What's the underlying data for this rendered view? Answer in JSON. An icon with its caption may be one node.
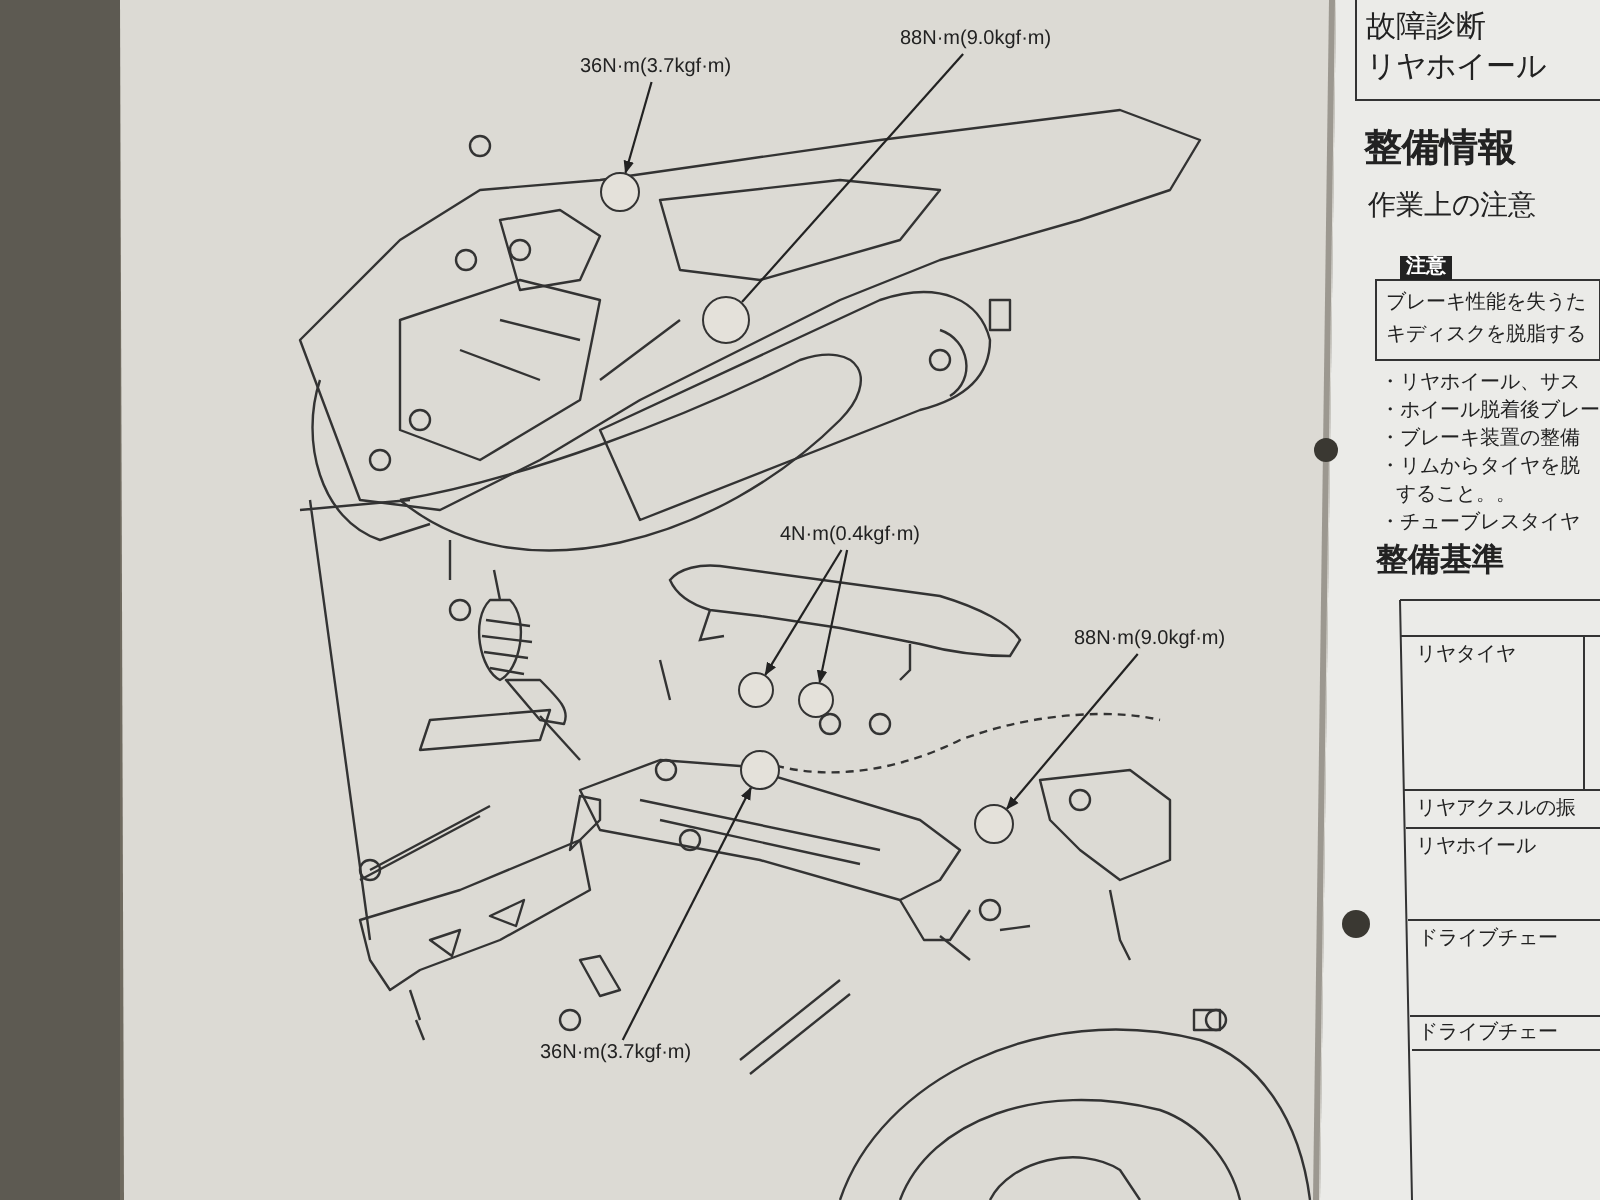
{
  "diagram": {
    "nodes": [
      {
        "text": [
          "36N·m(3.7kgf·m)"
        ]
      },
      {
        "text": [
          "88N·m(9.0kgf·m)"
        ]
      },
      {
        "text": [],
        "shape": "circle"
      },
      {
        "text": [],
        "shape": "circle"
      },
      {
        "text": [
          "4N·m(0.4kgf·m)"
        ]
      },
      {
        "text": [],
        "shape": "circle"
      },
      {
        "text": [],
        "shape": "circle"
      },
      {
        "text": [
          "88N·m(9.0kgf·m)"
        ]
      },
      {
        "text": [],
        "shape": "circle"
      },
      {
        "text": [],
        "shape": "circle"
      },
      {
        "text": [
          "36N·m(3.7kgf·m)"
        ]
      }
    ],
    "edges": [
      {
        "from": 0,
        "to": 2,
        "arrow": "to"
      },
      {
        "from": 1,
        "to": 3,
        "arrow": "none"
      },
      {
        "from": 4,
        "to": 5,
        "arrow": "to"
      },
      {
        "from": 4,
        "to": 6,
        "arrow": "to"
      },
      {
        "from": 7,
        "to": 8,
        "arrow": "to"
      },
      {
        "from": 10,
        "to": 9,
        "arrow": "to"
      }
    ],
    "labels": [
      "故障診断",
      "リヤホイール",
      "整備情報",
      "作業上の注意",
      "注意",
      "ブレーキ性能を失うた",
      "キディスクを脱脂する",
      "・リヤホイール、サス",
      "・ホイール脱着後ブレー",
      "・ブレーキ装置の整備",
      "・リムからタイヤを脱",
      "すること。。",
      "・チューブレスタイヤ",
      "整備基準",
      "リヤタイヤ",
      "リヤアクスルの振",
      "リヤホイール",
      "ドライブチェー",
      "ドライブチェー"
    ]
  }
}
